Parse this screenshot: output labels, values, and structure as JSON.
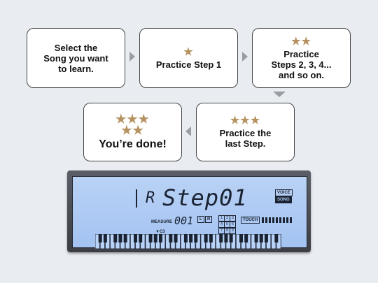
{
  "steps": {
    "select": {
      "text": "Select the\nSong  you want\nto learn.",
      "stars": ""
    },
    "practice1": {
      "text": "Practice Step 1",
      "stars": "★"
    },
    "practice_more": {
      "text": "Practice\nSteps 2, 3, 4...\nand so on.",
      "stars": "★★"
    },
    "last": {
      "text": "Practice the\nlast Step.",
      "stars": "★★★"
    },
    "done": {
      "text": "You’re done!",
      "stars": "★★★\n★★"
    }
  },
  "display": {
    "mode_letter": "R",
    "screen_text": "Step01",
    "voice_label": "VOICE",
    "song_label": "SONG",
    "measure_label": "MEASURE",
    "measure_value": "001",
    "l_label": "L",
    "r_label": "R",
    "touch_label": "TOUCH",
    "c3_label": "C3"
  },
  "colors": {
    "star": "#b59260",
    "lcd": "#a8c6f3",
    "arrow": "#9a9da3"
  }
}
